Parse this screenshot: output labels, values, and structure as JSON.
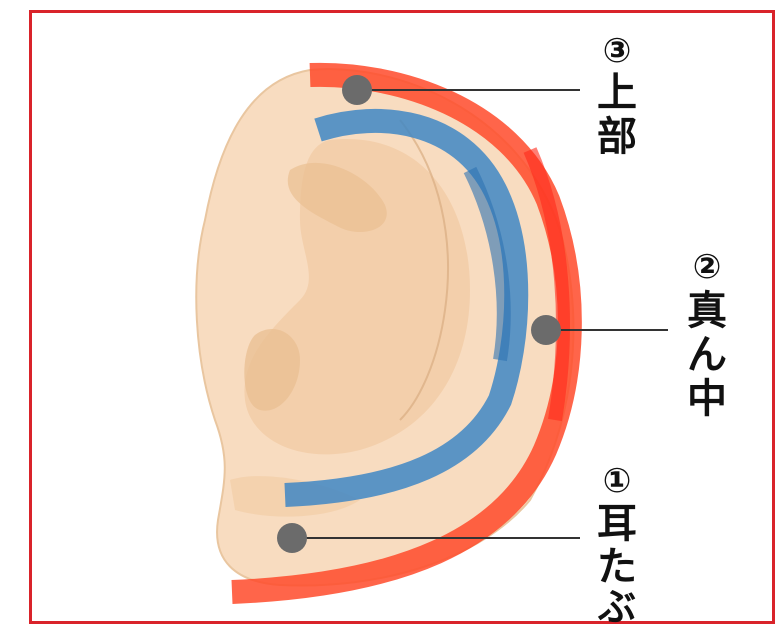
{
  "colors": {
    "frame": "#d9232a",
    "skin": "#f8dcc0",
    "skin_shadow": "#efc79d",
    "helix_band": "#ff4a2a",
    "antihelix_band": "#3f87c4",
    "marker": "#6b6b6b",
    "leader": "#333333"
  },
  "points": [
    {
      "number": "③",
      "label_chars": [
        "上",
        "部"
      ],
      "marker_name": "marker-upper"
    },
    {
      "number": "②",
      "label_chars": [
        "真",
        "ん",
        "中"
      ],
      "marker_name": "marker-middle"
    },
    {
      "number": "①",
      "label_chars": [
        "耳",
        "た",
        "ぶ"
      ],
      "marker_name": "marker-lobe"
    }
  ]
}
